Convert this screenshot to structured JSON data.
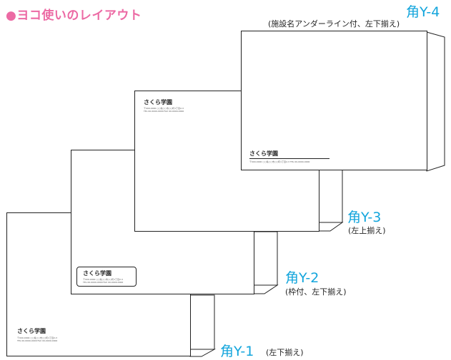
{
  "heading": "●ヨコ使いのレイアウト",
  "envelopes": [
    {
      "label": "角Y-4",
      "note": "(施設名アンダーライン付、左下揃え)",
      "name": "さくら学園",
      "address_line1": "〒000-0000 ○○県○○市○○町1丁目2-3 TEL 00-0000-0000",
      "address_line2": ""
    },
    {
      "label": "角Y-3",
      "note": "(左上揃え)",
      "name": "さくら学園",
      "address_line1": "〒000-0000 ○○県○○市○○町1丁目2-3",
      "address_line2": "TEL 00-0000-0000 FAX 00-0000-0000"
    },
    {
      "label": "角Y-2",
      "note": "(枠付、左下揃え)",
      "name": "さくら学園",
      "address_line1": "〒000-0000 ○○県○○市○○町1丁目2-3",
      "address_line2": "TEL 00-0000-0000 FAX 00-0000-0000"
    },
    {
      "label": "角Y-1",
      "note": "(左下揃え)",
      "name": "さくら学園",
      "address_line1": "〒000-0000 ○○県○○市○○町1丁目2-3",
      "address_line2": "TEL 00-0000-0000 FAX 00-0000-0000"
    }
  ],
  "colors": {
    "heading": "#ec6aa4",
    "label": "#13a5dc",
    "outline": "#222222"
  }
}
